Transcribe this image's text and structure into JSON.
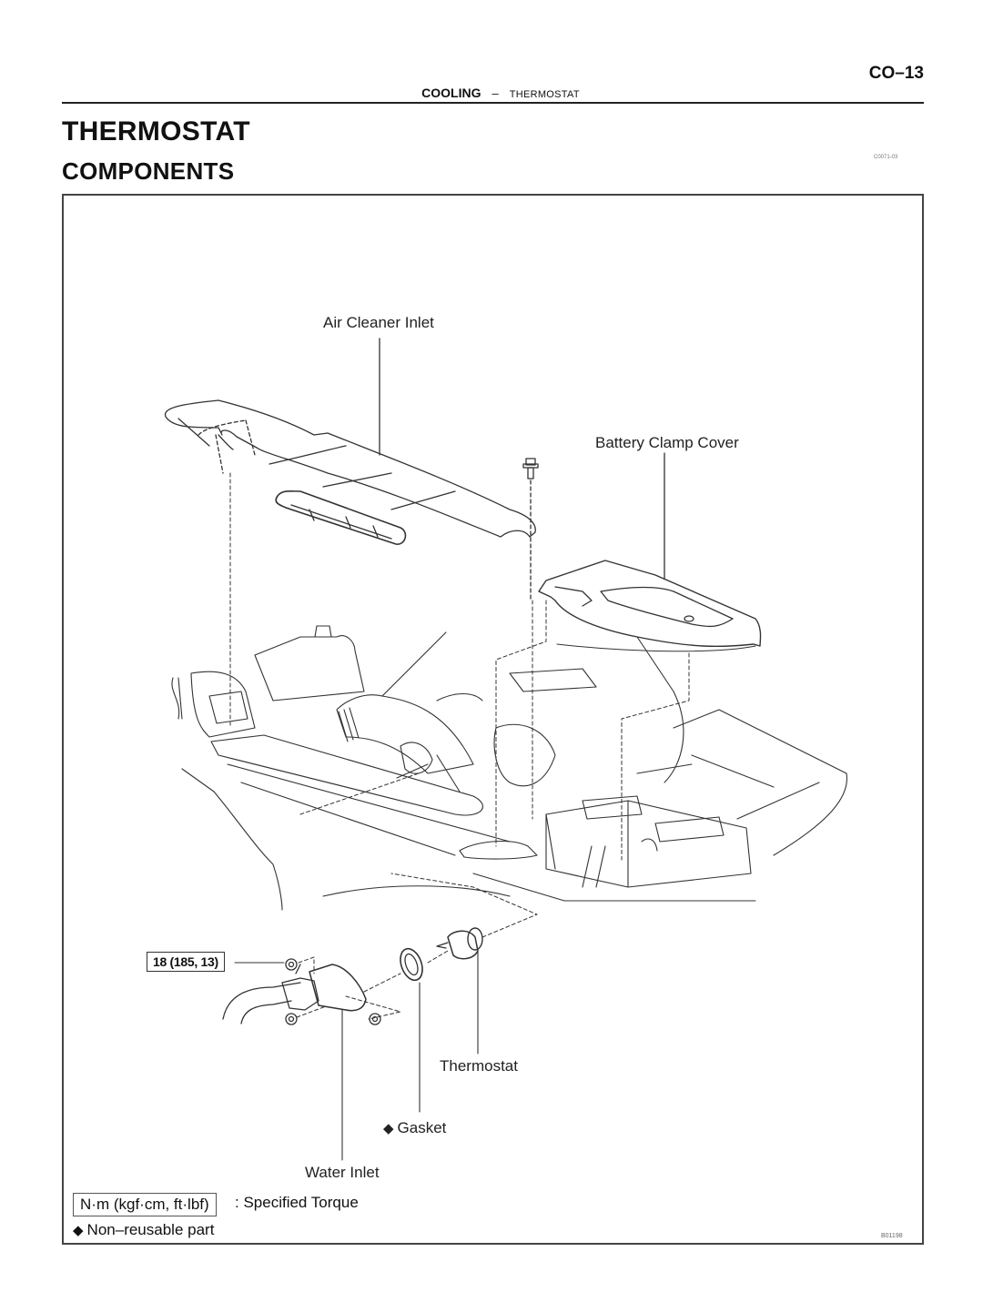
{
  "header": {
    "page_number": "CO–13",
    "section": "COOLING",
    "separator": "–",
    "subsection": "THERMOSTAT"
  },
  "title": "THERMOSTAT",
  "subtitle": "COMPONENTS",
  "section_code": "C0071-03",
  "diagram": {
    "callouts": {
      "air_cleaner_inlet": "Air Cleaner Inlet",
      "battery_clamp_cover": "Battery Clamp Cover",
      "thermostat": "Thermostat",
      "gasket": "Gasket",
      "water_inlet": "Water Inlet"
    },
    "torque_spec": "18 (185, 13)",
    "non_reusable_symbol": "◆",
    "figure_id": "B01198"
  },
  "legend": {
    "torque_unit_box": "N·m (kgf·cm, ft·lbf)",
    "torque_label": ": Specified Torque",
    "non_reusable_symbol": "◆",
    "non_reusable_label": "Non–reusable part"
  }
}
